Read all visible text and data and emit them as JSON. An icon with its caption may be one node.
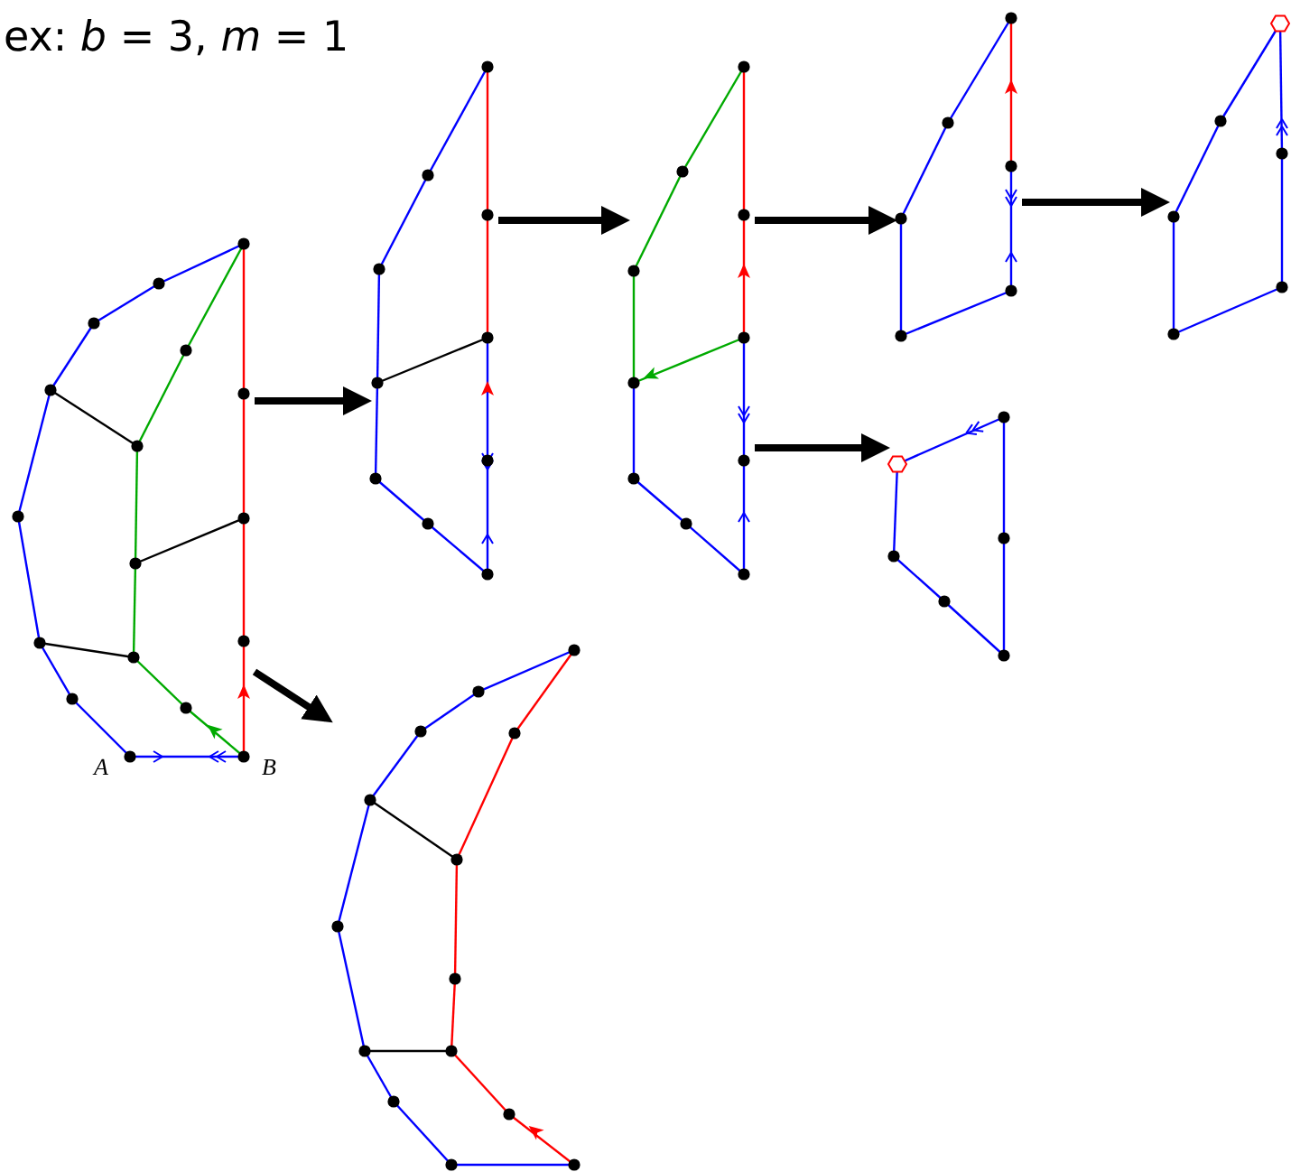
{
  "diagram": {
    "title": "ex: *b* = 3, *m* = 1",
    "nodes": [
      {
        "text": [],
        "shape": "picture"
      },
      {
        "text": [],
        "shape": "picture"
      },
      {
        "text": [],
        "shape": "picture"
      },
      {
        "text": [],
        "shape": "picture"
      },
      {
        "text": [],
        "shape": "picture"
      },
      {
        "text": [],
        "shape": "picture"
      },
      {
        "text": [],
        "shape": "picture"
      }
    ],
    "edges": [
      {
        "from": 0,
        "to": 1,
        "arrow": "to"
      },
      {
        "from": 0,
        "to": 6,
        "arrow": "to"
      },
      {
        "from": 1,
        "to": 2,
        "arrow": "to"
      },
      {
        "from": 2,
        "to": 3,
        "arrow": "to"
      },
      {
        "from": 2,
        "to": 5,
        "arrow": "to"
      },
      {
        "from": 3,
        "to": 4,
        "arrow": "to"
      }
    ],
    "labels": [
      "A",
      "B"
    ]
  }
}
